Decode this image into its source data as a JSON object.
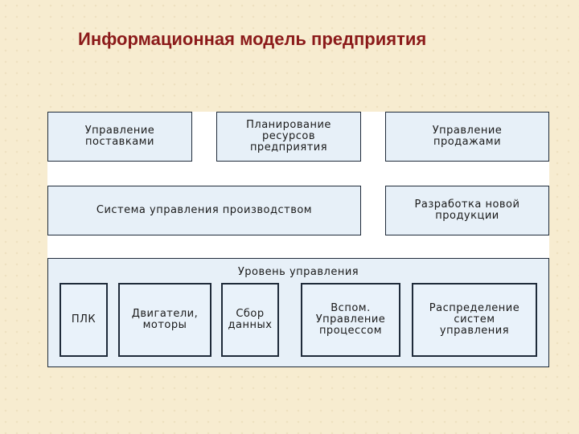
{
  "title": "Информационная модель предприятия",
  "top_row": {
    "supply": [
      "Управление",
      "поставками"
    ],
    "planning": [
      "Планирование",
      "ресурсов",
      "предприятия"
    ],
    "sales": [
      "Управление",
      "продажами"
    ]
  },
  "middle_row": {
    "production": "Система управления производством",
    "development": [
      "Разработка новой",
      "продукции"
    ]
  },
  "control_level": {
    "label": "Уровень управления",
    "items": {
      "plc": "ПЛК",
      "motors": [
        "Двигатели,",
        "моторы"
      ],
      "data": [
        "Сбор",
        "данных"
      ],
      "aux": [
        "Вспом.",
        "Управление",
        "процессом"
      ],
      "dist": [
        "Распределение",
        "систем",
        "управления"
      ]
    }
  }
}
